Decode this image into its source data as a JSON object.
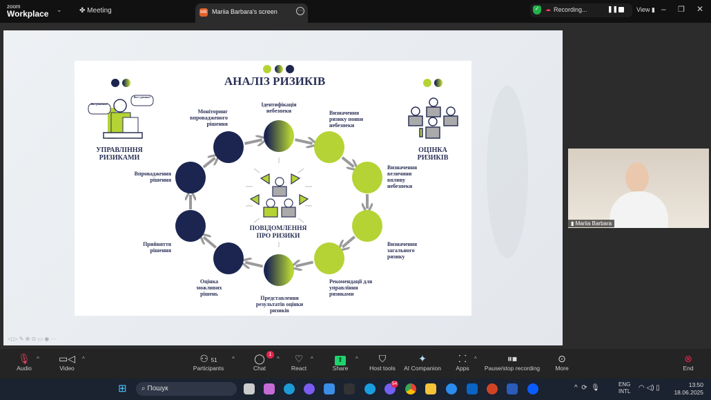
{
  "topbar": {
    "brand_small": "zoom",
    "brand": "Workplace",
    "meeting_label": "Meeting",
    "tab_initials": "MB",
    "tab_title": "Mariia Barbara's screen",
    "recording": "Recording...",
    "view": "View"
  },
  "slide": {
    "title": "АНАЛІЗ РИЗИКІВ",
    "left_heading": [
      "УПРАВЛІННЯ",
      "РИЗИКАМИ"
    ],
    "right_heading": [
      "ОЦІНКА",
      "РИЗИКІВ"
    ],
    "bubble1": "Яке рішення?",
    "bubble2": "Які є ризики?",
    "center": [
      "ПОВІДОМЛЕННЯ",
      "ПРО РИЗИКИ"
    ],
    "steps": [
      {
        "label": "Ідентифікація небезпеки",
        "fill": "gradient"
      },
      {
        "label": "Визначення ризику появи небезпеки",
        "fill": "#b5d334"
      },
      {
        "label": "Визначення величини впливу небезпеки",
        "fill": "#b5d334"
      },
      {
        "label": "Визначення загального ризику",
        "fill": "#b5d334"
      },
      {
        "label": "Рекомендації для управління ризиками",
        "fill": "#b5d334"
      },
      {
        "label": "Представлення результатів оцінки ризиків",
        "fill": "gradient"
      },
      {
        "label": "Оцінка можливих рішень",
        "fill": "#1b2550"
      },
      {
        "label": "Прийняття рішення",
        "fill": "#1b2550"
      },
      {
        "label": "Впровадження рішення",
        "fill": "#1b2550"
      },
      {
        "label": "Моніторинг впровадженого рішення",
        "fill": "#1b2550"
      }
    ]
  },
  "video": {
    "name": "Mariia Barbara"
  },
  "toolbar": {
    "audio": "Audio",
    "video": "Video",
    "participants": "Participants",
    "participants_count": "51",
    "chat": "Chat",
    "chat_badge": "1",
    "react": "React",
    "share": "Share",
    "host_tools": "Host tools",
    "ai": "AI Companion",
    "apps": "Apps",
    "record": "Pause/stop recording",
    "more": "More",
    "end": "End"
  },
  "taskbar": {
    "search": "Пошук",
    "viber_badge": "54",
    "lang1": "ENG",
    "lang2": "INTL",
    "time": "13:50",
    "date": "18.06.2025"
  },
  "colors": {
    "navy": "#1b2550",
    "lime": "#b5d334",
    "arrow": "#9a9a9a"
  }
}
